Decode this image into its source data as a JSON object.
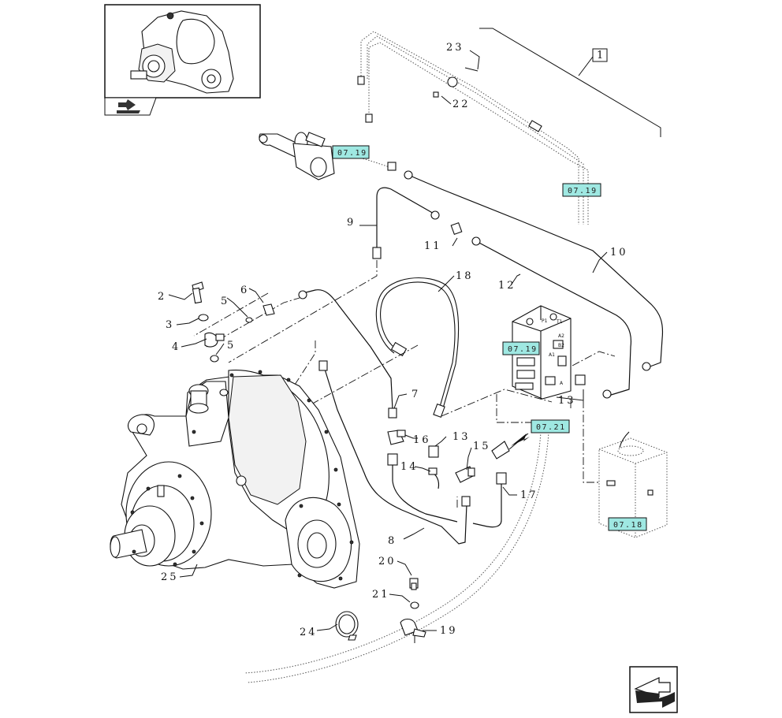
{
  "callouts": [
    {
      "id": "c1",
      "label": "1"
    },
    {
      "id": "c2",
      "label": "2"
    },
    {
      "id": "c3",
      "label": "3"
    },
    {
      "id": "c4",
      "label": "4"
    },
    {
      "id": "c5a",
      "label": "5"
    },
    {
      "id": "c5b",
      "label": "5"
    },
    {
      "id": "c6",
      "label": "6"
    },
    {
      "id": "c7",
      "label": "7"
    },
    {
      "id": "c8",
      "label": "8"
    },
    {
      "id": "c9",
      "label": "9"
    },
    {
      "id": "c10",
      "label": "10"
    },
    {
      "id": "c11",
      "label": "11"
    },
    {
      "id": "c12",
      "label": "12"
    },
    {
      "id": "c13a",
      "label": "13"
    },
    {
      "id": "c13b",
      "label": "13"
    },
    {
      "id": "c14",
      "label": "14"
    },
    {
      "id": "c15",
      "label": "15"
    },
    {
      "id": "c16",
      "label": "16"
    },
    {
      "id": "c17",
      "label": "17"
    },
    {
      "id": "c18",
      "label": "18"
    },
    {
      "id": "c19",
      "label": "19"
    },
    {
      "id": "c20",
      "label": "20"
    },
    {
      "id": "c21",
      "label": "21"
    },
    {
      "id": "c22",
      "label": "22"
    },
    {
      "id": "c23",
      "label": "23"
    },
    {
      "id": "c24",
      "label": "24"
    },
    {
      "id": "c25",
      "label": "25"
    }
  ],
  "references": [
    {
      "id": "r1",
      "label": "07.19"
    },
    {
      "id": "r2",
      "label": "07.19"
    },
    {
      "id": "r3",
      "label": "07.19"
    },
    {
      "id": "r4",
      "label": "07.21"
    },
    {
      "id": "r5",
      "label": "07.18"
    }
  ],
  "valve_marks": {
    "p1": "P1",
    "t1": "T1",
    "a2": "A2",
    "b2": "B2",
    "a1": "A1",
    "a": "A"
  }
}
